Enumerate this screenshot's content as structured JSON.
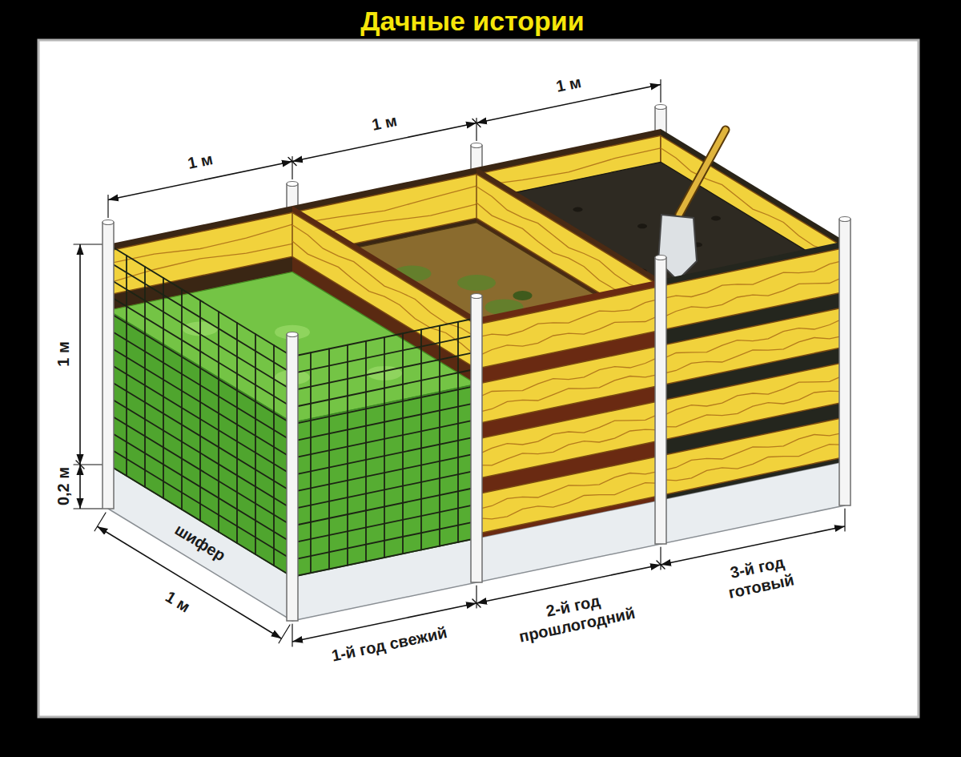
{
  "diagram": {
    "title": "Дачные истории",
    "labels": [
      "1 м",
      "1 м",
      "1 м",
      "1 м",
      "0,2 м",
      "шифер",
      "1 м",
      "1-й год свежий",
      "2-й год прошлогодний",
      "3-й год готовый"
    ]
  }
}
